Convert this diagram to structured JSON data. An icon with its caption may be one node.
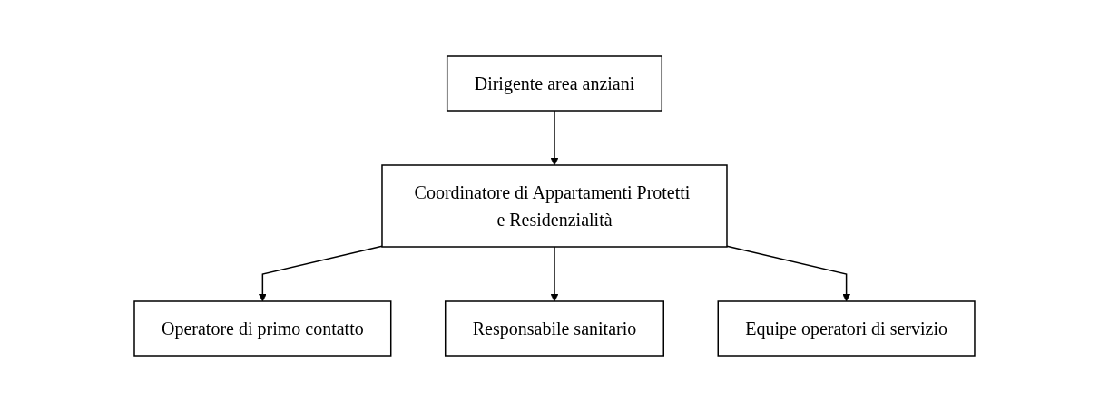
{
  "diagram": {
    "nodes": [
      {
        "text": [
          "Dirigente area anziani"
        ]
      },
      {
        "text": [
          "Operatore di primo contatto"
        ]
      },
      {
        "text": [
          "Coordinatore di Appartamenti Protetti e Residenzialità"
        ]
      },
      {
        "text": [
          "Responsabile sanitario"
        ]
      },
      {
        "text": [
          "Equipe operatori di servizio"
        ]
      }
    ],
    "edges": [
      {
        "from": 0,
        "to": 2,
        "arrow": "to"
      },
      {
        "from": 2,
        "to": 1,
        "arrow": "to"
      },
      {
        "from": 2,
        "to": 3,
        "arrow": "to"
      },
      {
        "from": 2,
        "to": 4,
        "arrow": "to"
      }
    ]
  }
}
